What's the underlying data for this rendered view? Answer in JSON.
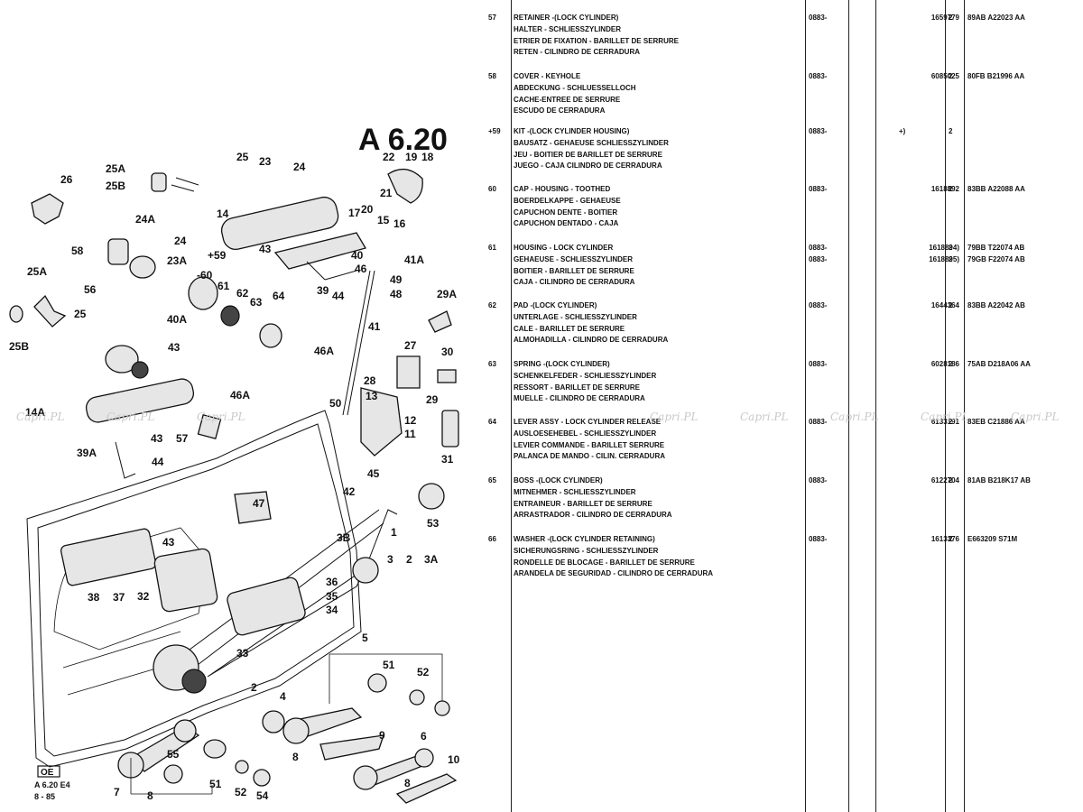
{
  "diagram": {
    "title": "A 6.20",
    "footer_logo": "OE",
    "footer_code": "A  6.20 E4",
    "footer_date": "8 - 85",
    "callouts": [
      "26",
      "25A",
      "25B",
      "25",
      "23",
      "24",
      "24A",
      "24",
      "58",
      "23A",
      "+59",
      "-60",
      "61",
      "62",
      "63",
      "64",
      "14",
      "43",
      "40",
      "46",
      "39",
      "44",
      "17",
      "22",
      "19",
      "18",
      "21",
      "20",
      "15",
      "16",
      "49",
      "48",
      "41A",
      "41",
      "29A",
      "46A",
      "40A",
      "56",
      "25",
      "43",
      "46A",
      "27",
      "30",
      "28",
      "29",
      "25A",
      "25B",
      "14A",
      "57",
      "50",
      "13",
      "12",
      "11",
      "31",
      "39A",
      "43",
      "44",
      "45",
      "42",
      "47",
      "53",
      "1",
      "43",
      "3B",
      "3",
      "2",
      "3A",
      "36",
      "35",
      "34",
      "38",
      "37",
      "32",
      "33",
      "2",
      "5",
      "51",
      "52",
      "4",
      "9",
      "8",
      "6",
      "10",
      "55",
      "51",
      "52",
      "54",
      "7",
      "8",
      "8"
    ]
  },
  "table": {
    "rows": [
      {
        "ref": "57",
        "lines": [
          "RETAINER -(LOCK CYLINDER)",
          "HALTER - SCHLIESSZYLINDER",
          "ETRIER DE FIXATION - BARILLET DE SERRURE",
          "RETEN - CILINDRO DE CERRADURA"
        ],
        "date": "0883-",
        "part": [
          "1659779"
        ],
        "qty": "2",
        "eng": [
          "89AB A22023 AA"
        ]
      },
      {
        "ref": "58",
        "lines": [
          "COVER - KEYHOLE",
          "ABDECKUNG - SCHLUESSELLOCH",
          "CACHE-ENTREE DE SERRURE",
          "ESCUDO DE CERRADURA"
        ],
        "date": "0883-",
        "part": [
          "6085025"
        ],
        "qty": "2",
        "eng": [
          "80FB B21996 AA"
        ]
      },
      {
        "ref": "+59",
        "lines": [
          "KIT -(LOCK CYLINDER HOUSING)",
          "BAUSATZ - GEHAEUSE SCHLIESSZYLINDER",
          "JEU - BOITIER DE BARILLET DE SERRURE",
          "JUEGO - CAJA CILINDRO DE CERRADURA"
        ],
        "date": "0883-",
        "part": [
          "+)"
        ],
        "qty": "2",
        "eng": [
          ""
        ]
      },
      {
        "ref": "60",
        "lines": [
          "CAP - HOUSING - TOOTHED",
          "BOERDELKAPPE - GEHAEUSE",
          "CAPUCHON DENTE - BOITIER",
          "CAPUCHON DENTADO - CAJA"
        ],
        "date": "0883-",
        "part": [
          "1618892"
        ],
        "qty": "2",
        "eng": [
          "83BB A22088 AA"
        ]
      },
      {
        "ref": "61",
        "lines": [
          "HOUSING - LOCK CYLINDER",
          "GEHAEUSE - SCHLIESSZYLINDER",
          "BOITIER - BARILLET DE SERRURE",
          "CAJA - CILINDRO DE CERRADURA"
        ],
        "date": "0883-",
        "date2": "0883-",
        "part": [
          "1618894)",
          "1618895)"
        ],
        "qty": "2",
        "qty2": "2",
        "eng": [
          "79BB T22074 AB",
          "79GB F22074 AB"
        ]
      },
      {
        "ref": "62",
        "lines": [
          "PAD -(LOCK CYLINDER)",
          "UNTERLAGE - SCHLIESSZYLINDER",
          "CALE - BARILLET DE SERRURE",
          "ALMOHADILLA - CILINDRO DE CERRADURA"
        ],
        "date": "0883-",
        "part": [
          "1644364"
        ],
        "qty": "2",
        "eng": [
          "83BB A22042 AB"
        ]
      },
      {
        "ref": "63",
        "lines": [
          "SPRING -(LOCK CYLINDER)",
          "SCHENKELFEDER - SCHLIESSZYLINDER",
          "RESSORT - BARILLET DE SERRURE",
          "MUELLE - CILINDRO DE CERRADURA"
        ],
        "date": "0883-",
        "part": [
          "6028186"
        ],
        "qty": "2",
        "eng": [
          "75AB D218A06 AA"
        ]
      },
      {
        "ref": "64",
        "lines": [
          "LEVER ASSY - LOCK CYLINDER RELEASE",
          "AUSLOESEHEBEL - SCHLIESSZYLINDER",
          "LEVIER COMMANDE - BARILLET SERRURE",
          "PALANCA DE MANDO - CILIN. CERRADURA"
        ],
        "date": "0883-",
        "part": [
          "6133191"
        ],
        "qty": "2",
        "eng": [
          "83EB C21886 AA"
        ]
      },
      {
        "ref": "65",
        "lines": [
          "BOSS -(LOCK CYLINDER)",
          "MITNEHMER - SCHLIESSZYLINDER",
          "ENTRAINEUR - BARILLET DE SERRURE",
          "ARRASTRADOR - CILINDRO DE CERRADURA"
        ],
        "date": "0883-",
        "part": [
          "6122704"
        ],
        "qty": "2",
        "eng": [
          "81AB B218K17 AB"
        ]
      },
      {
        "ref": "66",
        "lines": [
          "WASHER -(LOCK CYLINDER RETAINING)",
          "SICHERUNGSRING - SCHLIESSZYLINDER",
          "RONDELLE DE BLOCAGE - BARILLET DE SERRURE",
          "ARANDELA DE SEGURIDAD - CILINDRO DE CERRADURA"
        ],
        "date": "0883-",
        "part": [
          "1613376"
        ],
        "qty": "2",
        "eng": [
          "E663209 S71M"
        ]
      }
    ]
  },
  "watermark": "Capri.PL"
}
